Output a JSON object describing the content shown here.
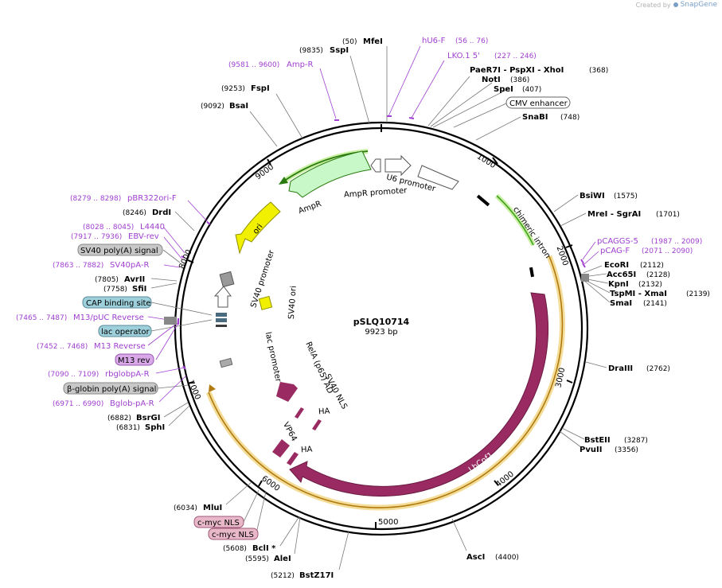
{
  "watermark": {
    "prefix": "Created by",
    "brand": "SnapGene"
  },
  "plasmid": {
    "name": "pSLQ10714",
    "size_label": "9923 bp",
    "total_bp": 9923
  },
  "ticks": [
    {
      "bp": 1000,
      "label": "1000"
    },
    {
      "bp": 2000,
      "label": "2000"
    },
    {
      "bp": 3000,
      "label": "3000"
    },
    {
      "bp": 4000,
      "label": "4000"
    },
    {
      "bp": 5000,
      "label": "5000"
    },
    {
      "bp": 6000,
      "label": "6000"
    },
    {
      "bp": 7000,
      "label": "7000"
    },
    {
      "bp": 8000,
      "label": "8000"
    },
    {
      "bp": 9000,
      "label": "9000"
    }
  ],
  "enzymes": [
    {
      "name": "MfeI",
      "pos": "(50)",
      "bp": 50
    },
    {
      "name": "SspI",
      "pos": "(9835)",
      "bp": 9835
    },
    {
      "name": "FspI",
      "pos": "(9253)",
      "bp": 9253
    },
    {
      "name": "BsaI",
      "pos": "(9092)",
      "bp": 9092
    },
    {
      "name": "PaeR7I - PspXI - XhoI",
      "pos": "(368)",
      "bp": 368
    },
    {
      "name": "NotI",
      "pos": "(386)",
      "bp": 386
    },
    {
      "name": "SpeI",
      "pos": "(407)",
      "bp": 407
    },
    {
      "name": "SnaBI",
      "pos": "(748)",
      "bp": 748
    },
    {
      "name": "BsiWI",
      "pos": "(1575)",
      "bp": 1575
    },
    {
      "name": "MreI - SgrAI",
      "pos": "(1701)",
      "bp": 1701
    },
    {
      "name": "EcoRI",
      "pos": "(2112)",
      "bp": 2112
    },
    {
      "name": "Acc65I",
      "pos": "(2128)",
      "bp": 2128
    },
    {
      "name": "KpnI",
      "pos": "(2132)",
      "bp": 2132
    },
    {
      "name": "TspMI - XmaI",
      "pos": "(2139)",
      "bp": 2139
    },
    {
      "name": "SmaI",
      "pos": "(2141)",
      "bp": 2141
    },
    {
      "name": "DraIII",
      "pos": "(2762)",
      "bp": 2762
    },
    {
      "name": "BstEII",
      "pos": "(3287)",
      "bp": 3287
    },
    {
      "name": "PvuII",
      "pos": "(3356)",
      "bp": 3356
    },
    {
      "name": "AscI",
      "pos": "(4400)",
      "bp": 4400
    },
    {
      "name": "BstZ17I",
      "pos": "(5212)",
      "bp": 5212
    },
    {
      "name": "AleI",
      "pos": "(5595)",
      "bp": 5595
    },
    {
      "name": "BclI *",
      "pos": "(5608)",
      "bp": 5608
    },
    {
      "name": "MluI",
      "pos": "(6034)",
      "bp": 6034
    },
    {
      "name": "SphI",
      "pos": "(6831)",
      "bp": 6831
    },
    {
      "name": "BsrGI",
      "pos": "(6882)",
      "bp": 6882
    },
    {
      "name": "SfiI",
      "pos": "(7758)",
      "bp": 7758
    },
    {
      "name": "AvrII",
      "pos": "(7805)",
      "bp": 7805
    },
    {
      "name": "DrdI",
      "pos": "(8246)",
      "bp": 8246
    }
  ],
  "primers": [
    {
      "name": "hU6-F",
      "range": "(56 .. 76)"
    },
    {
      "name": "LKO.1 5'",
      "range": "(227 .. 246)"
    },
    {
      "name": "Amp-R",
      "range": "(9581 .. 9600)"
    },
    {
      "name": "pCAGGS-5",
      "range": "(1987 .. 2009)"
    },
    {
      "name": "pCAG-F",
      "range": "(2071 .. 2090)"
    },
    {
      "name": "pBR322ori-F",
      "range": "(8279 .. 8298)"
    },
    {
      "name": "L4440",
      "range": "(8028 .. 8045)"
    },
    {
      "name": "EBV-rev",
      "range": "(7917 .. 7936)"
    },
    {
      "name": "SV40pA-R",
      "range": "(7863 .. 7882)"
    },
    {
      "name": "M13/pUC Reverse",
      "range": "(7465 .. 7487)"
    },
    {
      "name": "M13 Reverse",
      "range": "(7452 .. 7468)"
    },
    {
      "name": "rbglobpA-R",
      "range": "(7090 .. 7109)"
    },
    {
      "name": "Bglob-pA-R",
      "range": "(6971 .. 6990)"
    }
  ],
  "boxed_features": [
    {
      "name": "CMV enhancer",
      "color": "#ffffff"
    },
    {
      "name": "SV40 poly(A) signal",
      "color": "#c8c8c8"
    },
    {
      "name": "CAP binding site",
      "color": "#9ed0dc"
    },
    {
      "name": "lac operator",
      "color": "#9ed0dc"
    },
    {
      "name": "M13 rev",
      "color": "#d8a8e8"
    },
    {
      "name": "β-globin poly(A) signal",
      "color": "#c8c8c8"
    },
    {
      "name": "c-myc NLS",
      "color": "#e8b8c8"
    },
    {
      "name": "c-myc NLS",
      "color": "#e8b8c8"
    }
  ],
  "inner_labels": {
    "u6": "U6 promoter",
    "ampr_promoter": "AmpR promoter",
    "ampr": "AmpR",
    "ori": "ori",
    "chimeric_intron": "chimeric intron",
    "sv40_promoter": "SV40 promoter",
    "sv40_ori": "SV40 ori",
    "lac_promoter": "lac promoter",
    "rela": "RelA (p65) AD",
    "sv40_nls": "SV40 NLS",
    "ha1": "HA",
    "vp64": "VP64",
    "ha2": "HA",
    "lbcpf1": "LbCpf1"
  },
  "colors": {
    "enzyme_text": "#000000",
    "primer": "#a040d0",
    "lbcpf1": "#9a2b62",
    "ampr": "#c8f8c8",
    "ori": "#f0f000",
    "cag_highlight": "#f0d080"
  }
}
